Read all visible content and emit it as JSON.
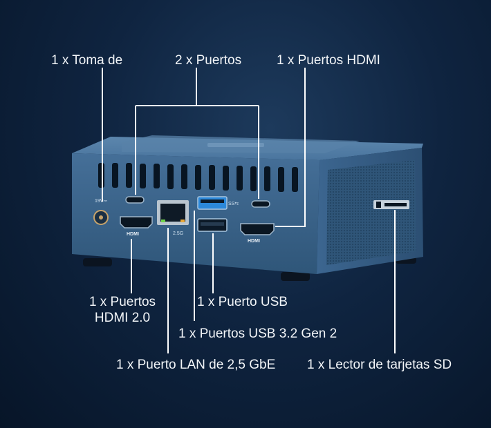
{
  "labels": {
    "power_jack": "1 x Toma de",
    "usb_c_ports": "2 x Puertos",
    "hdmi_port_top": "1 x Puertos HDMI",
    "hdmi_20_line1": "1 x Puertos",
    "hdmi_20_line2": "HDMI 2.0",
    "usb_port": "1 x Puerto USB",
    "usb32_ports": "1 x Puertos USB 3.2 Gen 2",
    "lan_port": "1 x Puerto LAN de 2,5 GbE",
    "sd_reader": "1 x Lector de tarjetas SD"
  },
  "device_markings": {
    "hdmi_left": "HDMI",
    "hdmi_right": "HDMI",
    "lan_speed": "2.5G",
    "usb_ss": "SS⇆",
    "dc_in": "19V⎓"
  },
  "colors": {
    "background": "#0f2440",
    "device_body": "#3f6a93",
    "callout_line": "#ffffff",
    "label_text": "#f2f5f8"
  }
}
